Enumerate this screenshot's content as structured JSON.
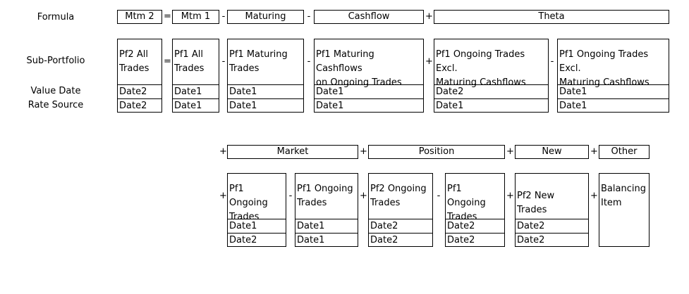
{
  "row_labels": {
    "formula": "Formula",
    "sub_portfolio": "Sub-Portfolio",
    "value_date": "Value Date",
    "rate_source": "Rate Source"
  },
  "top": {
    "headers": [
      "Mtm 2",
      "Mtm 1",
      "Maturing",
      "Cashflow",
      "Theta"
    ],
    "header_ops": [
      "=",
      "-",
      "-",
      "+"
    ],
    "boxes": [
      {
        "name": "Pf2 All\nTrades",
        "value_date": "Date2",
        "rate_source": "Date2"
      },
      {
        "name": "Pf1 All\nTrades",
        "value_date": "Date1",
        "rate_source": "Date1"
      },
      {
        "name": "Pf1 Maturing\nTrades",
        "value_date": "Date1",
        "rate_source": "Date1"
      },
      {
        "name": "Pf1 Maturing Cashflows\non Ongoing Trades",
        "value_date": "Date1",
        "rate_source": "Date1"
      },
      {
        "name": "Pf1 Ongoing Trades Excl.\nMaturing Cashflows",
        "value_date": "Date2",
        "rate_source": "Date1"
      },
      {
        "name": "Pf1 Ongoing Trades Excl.\nMaturing Cashflows",
        "value_date": "Date1",
        "rate_source": "Date1"
      }
    ],
    "box_ops": [
      "=",
      "-",
      "-",
      "+",
      "-"
    ]
  },
  "bottom": {
    "headers": [
      "Market",
      "Position",
      "New",
      "Other"
    ],
    "header_ops": [
      "+",
      "+",
      "+",
      "+"
    ],
    "boxes": [
      {
        "name": "Pf1 Ongoing\nTrades",
        "value_date": "Date1",
        "rate_source": "Date2"
      },
      {
        "name": "Pf1 Ongoing\nTrades",
        "value_date": "Date1",
        "rate_source": "Date1"
      },
      {
        "name": "Pf2 Ongoing\nTrades",
        "value_date": "Date2",
        "rate_source": "Date2"
      },
      {
        "name": "Pf1 Ongoing\nTrades",
        "value_date": "Date2",
        "rate_source": "Date2"
      },
      {
        "name": "Pf2 New Trades",
        "value_date": "Date2",
        "rate_source": "Date2"
      },
      {
        "name": "Balancing\nItem",
        "value_date": "",
        "rate_source": ""
      }
    ],
    "box_ops": [
      "+",
      "-",
      "+",
      "-",
      "+",
      "+"
    ]
  }
}
